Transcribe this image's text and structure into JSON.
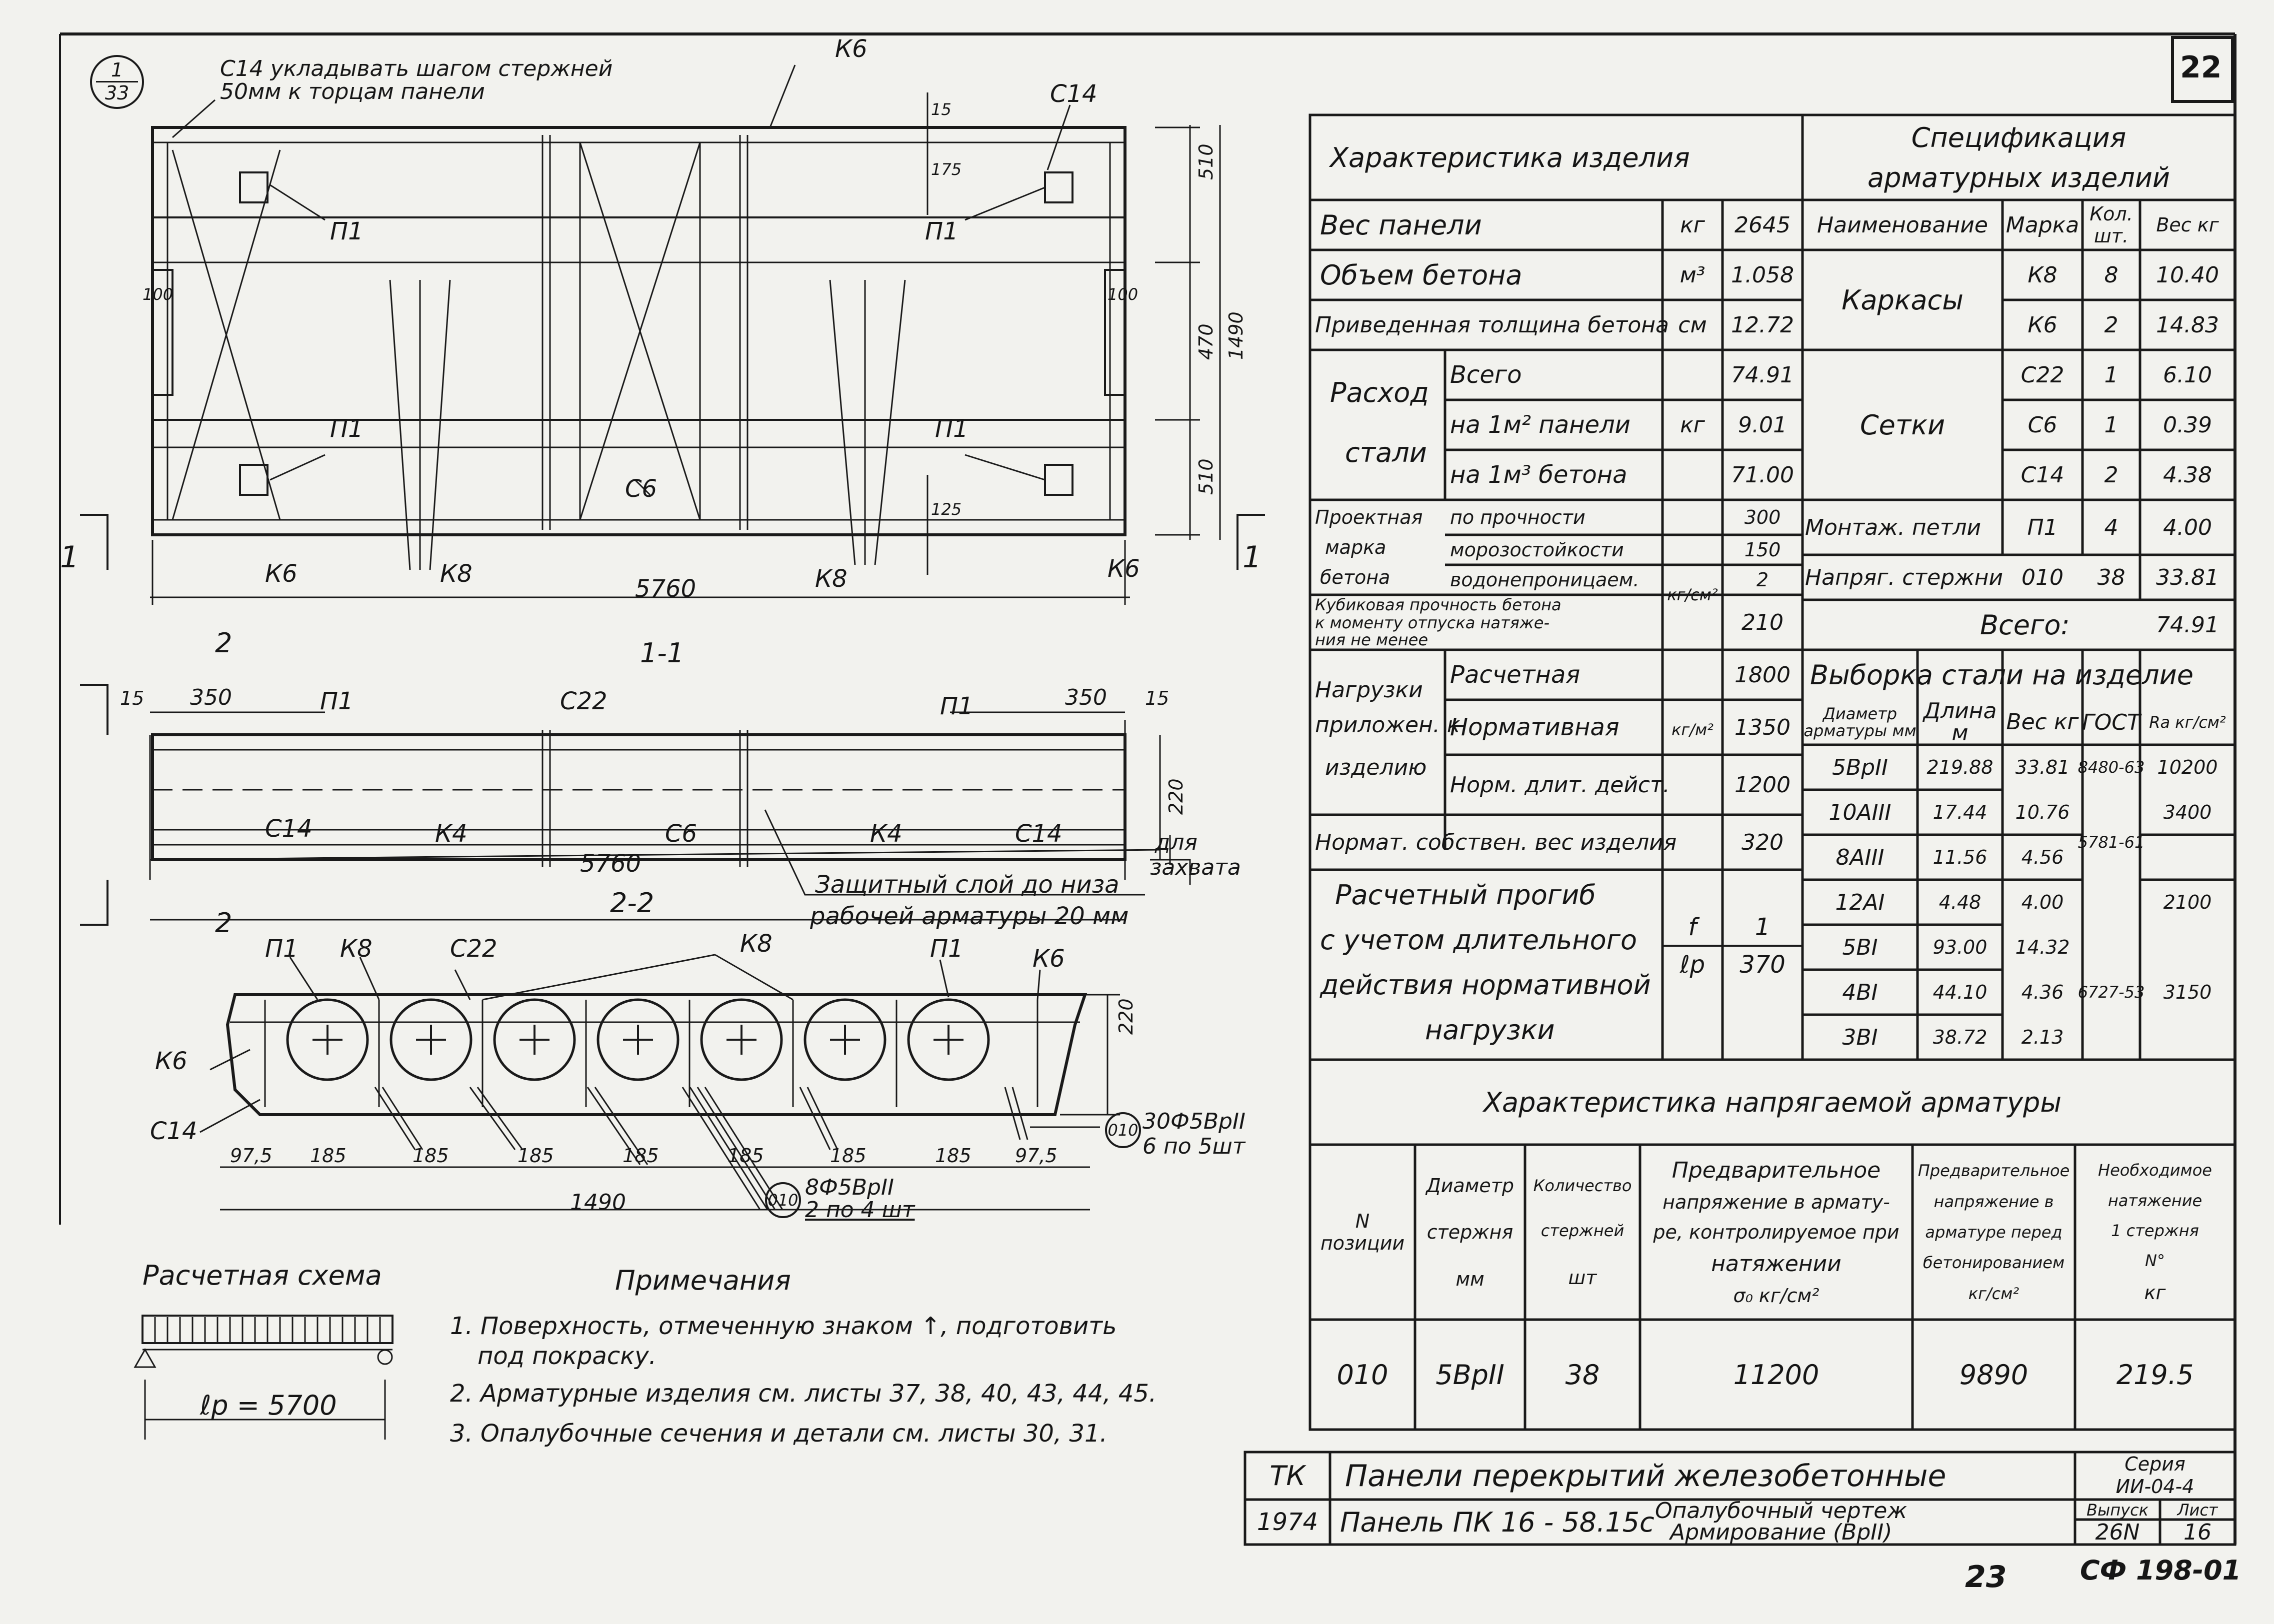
{
  "sheet_number": "22",
  "page_number": "23",
  "archive_mark": "СФ 198-01",
  "drawing": {
    "ref_circle_top": "1",
    "ref_circle_bottom": "33",
    "note_c14_line1": "С14 укладывать шагом стержней",
    "note_c14_line2": "50мм к торцам панели",
    "labels": {
      "k6": "К6",
      "k8": "К8",
      "c14": "С14",
      "p1": "П1",
      "c6": "С6",
      "c22": "С22",
      "k4": "К4"
    },
    "dims_plan": {
      "length": "5760",
      "w510a": "510",
      "w470": "470",
      "w510b": "510",
      "total": "1490",
      "d15": "15",
      "d175": "175",
      "d125": "125",
      "d100a": "100",
      "d100b": "100"
    },
    "section_mark": "1",
    "section_1_1": "1-1",
    "section_2_2": "2-2",
    "section_mark_2": "2",
    "dims_long": {
      "d15a": "15",
      "d350a": "350",
      "d350b": "350",
      "d15b": "15",
      "h220": "220",
      "length": "5760"
    },
    "grip_line1": "для",
    "grip_line2": "захвата",
    "cover_line1": "Защитный слой до низа",
    "cover_line2": "рабочей арматуры 20 мм",
    "dims_cross": {
      "d975a": "97,5",
      "d185": "185",
      "d975b": "97,5",
      "width": "1490",
      "h220": "220"
    },
    "circle_010": "010",
    "rebar_a_line1": "30Ф5ВрII",
    "rebar_a_line2": "6 по 5шт",
    "rebar_b_line1": "8Ф5ВрII",
    "rebar_b_line2": "2 по 4 шт"
  },
  "calc_scheme": {
    "title": "Расчетная схема",
    "span_label": "ℓр = 5700"
  },
  "notes": {
    "title": "Примечания",
    "items": [
      "1. Поверхность, отмеченную  знаком ↑, подготовить",
      "под покраску.",
      "2. Арматурные   изделия   см.   листы 37, 38, 40, 43, 44, 45.",
      "3. Опалубочные сечения и детали см. листы 30, 31."
    ]
  },
  "characteristics": {
    "title": "Характеристика изделия",
    "rows": [
      {
        "label": "Вес   панели",
        "unit": "кг",
        "value": "2645"
      },
      {
        "label": "Объем   бетона",
        "unit": "м³",
        "value": "1.058"
      },
      {
        "label": "Приведенная толщина бетона",
        "unit": "см",
        "value": "12.72"
      }
    ],
    "steel_label_1": "Расход",
    "steel_label_2": "стали",
    "steel_unit": "кг",
    "steel_rows": [
      {
        "label": "Всего",
        "value": "74.91"
      },
      {
        "label": "на 1м² панели",
        "value": "9.01"
      },
      {
        "label": "на 1м³ бетона",
        "value": "71.00"
      }
    ],
    "grade_label_1": "Проектная",
    "grade_label_2": "марка",
    "grade_label_3": "бетона",
    "grade_unit": "кг/см²",
    "grade_rows": [
      {
        "label": "по прочности",
        "value": "300"
      },
      {
        "label": "морозостойкости",
        "value": "150"
      },
      {
        "label": "водонепроницаем.",
        "value": "2"
      }
    ],
    "cube_label_1": "Кубиковая прочность бетона",
    "cube_label_2": "к моменту отпуска натяже-",
    "cube_label_3": "ния не менее",
    "cube_value": "210",
    "load_label_1": "Нагрузки",
    "load_label_2": "приложен. к",
    "load_label_3": "изделию",
    "load_unit": "кг/м²",
    "load_rows": [
      {
        "label": "Расчетная",
        "value": "1800"
      },
      {
        "label": "Нормативная",
        "value": "1350"
      },
      {
        "label": "Норм. длит. дейст.",
        "value": "1200"
      }
    ],
    "selfweight_label": "Нормат. собствен. вес изделия",
    "selfweight_value": "320",
    "deflection_lines": [
      "Расчетный   прогиб",
      "с учетом длительного",
      "действия нормативной",
      "нагрузки"
    ],
    "deflection_unit_top": "f",
    "deflection_unit_bottom": "ℓр",
    "deflection_value_top": "1",
    "deflection_value_bottom": "370"
  },
  "specification": {
    "title_1": "Спецификация",
    "title_2": "арматурных изделий",
    "headers": [
      "Наименование",
      "Марка",
      "Кол. шт.",
      "Вес кг"
    ],
    "group_frames": "Каркасы",
    "group_meshes": "Сетки",
    "rows": [
      {
        "mark": "К8",
        "qty": "8",
        "weight": "10.40"
      },
      {
        "mark": "К6",
        "qty": "2",
        "weight": "14.83"
      },
      {
        "mark": "С22",
        "qty": "1",
        "weight": "6.10"
      },
      {
        "mark": "С6",
        "qty": "1",
        "weight": "0.39"
      },
      {
        "mark": "С14",
        "qty": "2",
        "weight": "4.38"
      },
      {
        "name": "Монтаж. петли",
        "mark": "П1",
        "qty": "4",
        "weight": "4.00"
      },
      {
        "name": "Напряг. стержни",
        "mark": "010",
        "qty": "38",
        "weight": "33.81"
      }
    ],
    "total_label": "Всего:",
    "total_value": "74.91"
  },
  "steel_selection": {
    "title": "Выборка стали на изделие",
    "headers": [
      "Диаметр арматуры мм",
      "Длина м",
      "Вес кг",
      "ГОСТ",
      "Rа кг/см²"
    ],
    "rows": [
      {
        "d": "5ВрII",
        "len": "219.88",
        "w": "33.81",
        "gost": "8480-63",
        "ra": "10200"
      },
      {
        "d": "10АIII",
        "len": "17.44",
        "w": "10.76",
        "gost": "",
        "ra": ""
      },
      {
        "d": "8АIII",
        "len": "11.56",
        "w": "4.56",
        "gost": "5781-61",
        "ra": "3400"
      },
      {
        "d": "12АI",
        "len": "4.48",
        "w": "4.00",
        "gost": "",
        "ra": "2100"
      },
      {
        "d": "5ВI",
        "len": "93.00",
        "w": "14.32",
        "gost": "",
        "ra": ""
      },
      {
        "d": "4ВI",
        "len": "44.10",
        "w": "4.36",
        "gost": "6727-53",
        "ra": "3150"
      },
      {
        "d": "3ВI",
        "len": "38.72",
        "w": "2.13",
        "gost": "",
        "ra": ""
      }
    ]
  },
  "prestressed": {
    "title": "Характеристика   напрягаемой   арматуры",
    "headers": {
      "pos_1": "N",
      "pos_2": "позиции",
      "diam_1": "Диаметр",
      "diam_2": "стержня",
      "diam_3": "мм",
      "count_1": "Количество",
      "count_2": "стержней",
      "count_3": "шт",
      "pre_1": "Предварительное",
      "pre_2": "напряжение в армату-",
      "pre_3": "ре, контролируемое при",
      "pre_4": "натяжении",
      "pre_5": "σ₀ кг/см²",
      "bet_1": "Предварительное",
      "bet_2": "напряжение в",
      "bet_3": "арматуре перед",
      "bet_4": "бетонированием",
      "bet_5": "кг/см²",
      "ten_1": "Необходимое",
      "ten_2": "натяжение",
      "ten_3": "1 стержня",
      "ten_4": "N°",
      "ten_5": "кг"
    },
    "row": {
      "pos": "010",
      "diam": "5ВрII",
      "count": "38",
      "pre": "11200",
      "bet": "9890",
      "tension": "219.5"
    }
  },
  "title_block": {
    "org": "ТК",
    "year": "1974",
    "main_title": "Панели перекрытий железобетонные",
    "panel": "Панель ПК 16 - 58.15с",
    "sub_title_1": "Опалубочный чертеж",
    "sub_title_2": "Армирование (ВрII)",
    "series_label": "Серия",
    "series_value": "ИИ-04-4",
    "issue_label": "Выпуск",
    "issue_value": "26N",
    "sheet_label": "Лист",
    "sheet_value": "16"
  }
}
